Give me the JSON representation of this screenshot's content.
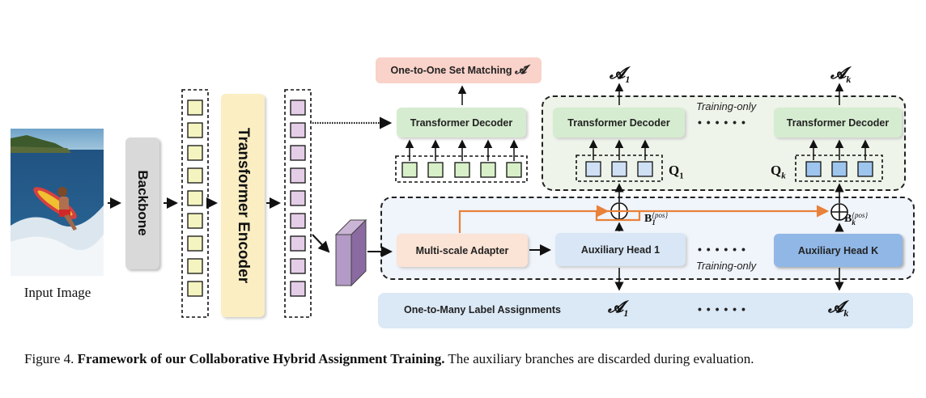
{
  "input": {
    "label": "Input Image"
  },
  "backbone": {
    "label": "Backbone"
  },
  "encoder": {
    "label": "Transformer Encoder"
  },
  "one_to_one": {
    "label": "One-to-One Set Matching",
    "symbol": "𝓐̃"
  },
  "decoder": {
    "label": "Transformer Decoder"
  },
  "dots": "• • • • • •",
  "training_only": "Training-only",
  "outputs": {
    "a1": "𝓐",
    "a1_sub": "1",
    "ak": "𝓐",
    "ak_sub": "k"
  },
  "queries": {
    "q1": "Q",
    "q1_sub": "1",
    "qk": "Q",
    "qk_sub": "k"
  },
  "pos": {
    "b1": "B",
    "b1_sub": "1",
    "bk": "B",
    "bk_sub": "k",
    "sup": "{pos}"
  },
  "adapter": {
    "label": "Multi-scale Adapter"
  },
  "aux_head_1": {
    "label": "Auxiliary Head 1"
  },
  "aux_head_k": {
    "label": "Auxiliary Head K"
  },
  "one_to_many": {
    "label": "One-to-Many Label Assignments"
  },
  "caption": {
    "prefix": "Figure 4.",
    "bold": "Framework of our Collaborative Hybrid Assignment Training.",
    "rest": "The auxiliary branches are discarded during evaluation."
  },
  "colors": {
    "green_token": "#d8f0c8",
    "yellow_token": "#f4f4c0",
    "purple_token": "#e4cde6",
    "blue_token": "#9ec5ee",
    "orange_arrow": "#e8813a"
  }
}
